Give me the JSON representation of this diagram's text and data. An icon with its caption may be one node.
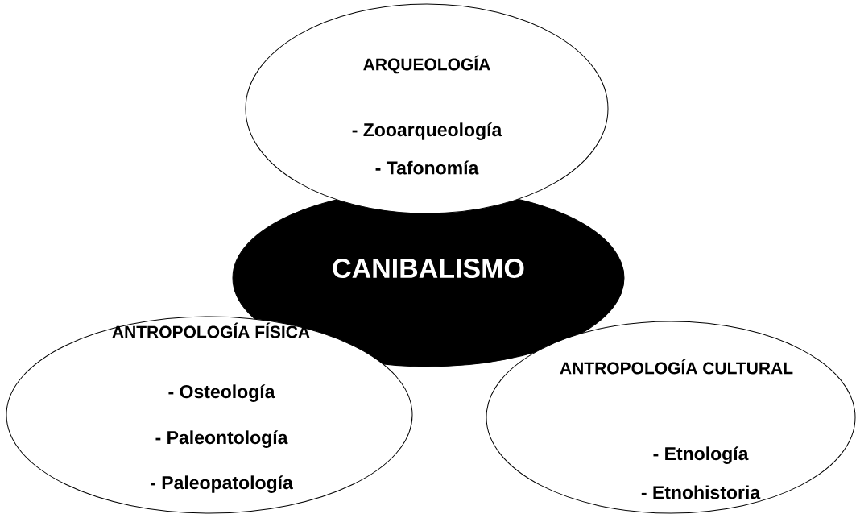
{
  "diagram": {
    "nodes": [
      {
        "text": [
          "ARQUEOLOGÍA",
          "- Zooarqueología",
          "- Tafonomía"
        ]
      },
      {
        "text": [
          "CANIBALISMO"
        ]
      },
      {
        "text": [
          "ANTROPOLOGÍA FÍSICA",
          "- Osteología",
          "- Paleontología",
          "- Paleopatología"
        ]
      },
      {
        "text": [
          "ANTROPOLOGÍA CULTURAL",
          "- Etnología",
          "- Etnohistoria"
        ]
      }
    ]
  }
}
